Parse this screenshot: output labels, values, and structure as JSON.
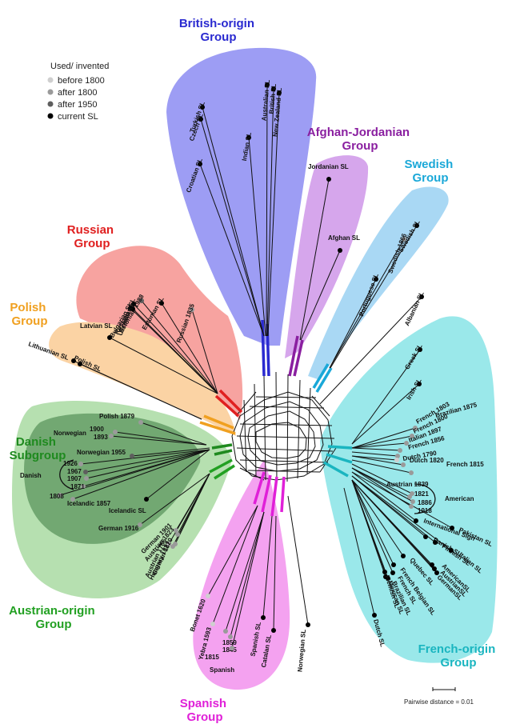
{
  "legend": {
    "title": "Used/ invented",
    "items": [
      {
        "label": "before 1800",
        "color": "#cfcfcf"
      },
      {
        "label": "after 1800",
        "color": "#9a9a9a"
      },
      {
        "label": "after 1950",
        "color": "#5e5e5e"
      },
      {
        "label": "current SL",
        "color": "#000000"
      }
    ]
  },
  "groups": {
    "british": {
      "line1": "British-origin",
      "line2": "Group",
      "color": "#2a2ad0",
      "fill": "#9d9df4"
    },
    "afghan": {
      "line1": "Afghan-Jordanian",
      "line2": "Group",
      "color": "#8a1fa0",
      "fill": "#d6a6ec"
    },
    "swedish": {
      "line1": "Swedish",
      "line2": "Group",
      "color": "#1aa8d8",
      "fill": "#a9d8f4"
    },
    "russian": {
      "line1": "Russian",
      "line2": "Group",
      "color": "#e02020",
      "fill": "#f7a3a0"
    },
    "polish": {
      "line1": "Polish",
      "line2": "Group",
      "color": "#f0a020",
      "fill": "#fbd3a4"
    },
    "danish": {
      "line1": "Danish",
      "line2": "Subgroup",
      "color": "#1f8a1f",
      "fill": "#72a872"
    },
    "austrian": {
      "line1": "Austrian-origin",
      "line2": "Group",
      "color": "#22a022",
      "fill": "#b6e0b0"
    },
    "french": {
      "line1": "French-origin",
      "line2": "Group",
      "color": "#1ab5c0",
      "fill": "#9ae8ea"
    },
    "spanish": {
      "line1": "Spanish",
      "line2": "Group",
      "color": "#e020d8",
      "fill": "#f4a2f0"
    }
  },
  "leaves": [
    {
      "id": "turkish",
      "label": "Turkish SL",
      "marker": "current SL"
    },
    {
      "id": "czech",
      "label": "Czech SL",
      "marker": "current SL"
    },
    {
      "id": "croatian",
      "label": "Croatian SL",
      "marker": "current SL"
    },
    {
      "id": "indian",
      "label": "Indian SL",
      "marker": "current SL"
    },
    {
      "id": "australian",
      "label": "Australian SL",
      "marker": "current SL"
    },
    {
      "id": "british",
      "label": "British SL",
      "marker": "current SL"
    },
    {
      "id": "newzealand",
      "label": "New Zealand SL",
      "marker": "current SL"
    },
    {
      "id": "jordanian",
      "label": "Jordanian SL",
      "marker": "current SL"
    },
    {
      "id": "afghan",
      "label": "Afghan SL",
      "marker": "current SL"
    },
    {
      "id": "swedish1866",
      "label": "Swedish 1866",
      "marker": "after 1800"
    },
    {
      "id": "swedish",
      "label": "Swedish SL",
      "marker": "current SL"
    },
    {
      "id": "portuguese",
      "label": "Portuguese SL",
      "marker": "current SL"
    },
    {
      "id": "albanian",
      "label": "Albanian SL",
      "marker": "current SL"
    },
    {
      "id": "ukrainian",
      "label": "Ukrainian SL",
      "marker": "current SL"
    },
    {
      "id": "estonian1988",
      "label": "Estonian 1988",
      "marker": "after 1950"
    },
    {
      "id": "estonian",
      "label": "Estonian SL",
      "marker": "current SL"
    },
    {
      "id": "russian1835",
      "label": "Russian 1835",
      "marker": "after 1800"
    },
    {
      "id": "bulgarian",
      "label": "Bulgarian SL",
      "marker": "current SL"
    },
    {
      "id": "russian",
      "label": "Russian SL",
      "marker": "current SL"
    },
    {
      "id": "latvian",
      "label": "Latvian SL",
      "marker": "current SL"
    },
    {
      "id": "lithuanian",
      "label": "Lithuanian SL",
      "marker": "current SL"
    },
    {
      "id": "polish",
      "label": "Polish SL",
      "marker": "current SL"
    },
    {
      "id": "polish1879",
      "label": "Polish 1879",
      "marker": "after 1800"
    },
    {
      "id": "norwegian1900",
      "label": "1900",
      "marker": "after 1800"
    },
    {
      "id": "norwegian1893",
      "label": "1893",
      "marker": "after 1800"
    },
    {
      "id": "norwegian1955",
      "label": "Norwegian 1955",
      "marker": "after 1950"
    },
    {
      "id": "danish1926",
      "label": "1926",
      "marker": "after 1800"
    },
    {
      "id": "danish1967",
      "label": "1967",
      "marker": "after 1950"
    },
    {
      "id": "danish1907",
      "label": "1907",
      "marker": "after 1800"
    },
    {
      "id": "danish1871",
      "label": "1871",
      "marker": "after 1800"
    },
    {
      "id": "danish1808",
      "label": "1808",
      "marker": "after 1800"
    },
    {
      "id": "icelandic1857",
      "label": "Icelandic 1857",
      "marker": "after 1800"
    },
    {
      "id": "icelandic",
      "label": "Icelandic SL",
      "marker": "current SL"
    },
    {
      "id": "german1916",
      "label": "German 1916",
      "marker": "after 1800"
    },
    {
      "id": "german1901",
      "label": "German 1901",
      "marker": "after 1800"
    },
    {
      "id": "austrian1823",
      "label": "Austrian 1823",
      "marker": "after 1800"
    },
    {
      "id": "austrian1786",
      "label": "Austrian 1786",
      "marker": "before 1800"
    },
    {
      "id": "hungary1827",
      "label": "Hungary 1827",
      "marker": "after 1800"
    },
    {
      "id": "german1820",
      "label": "German 1820",
      "marker": "after 1800"
    },
    {
      "id": "bonet1620",
      "label": "Bonet 1620",
      "marker": "before 1800"
    },
    {
      "id": "yebra1593",
      "label": "Yebra 1593",
      "marker": "before 1800"
    },
    {
      "id": "spanish1859",
      "label": "1859",
      "marker": "after 1800"
    },
    {
      "id": "spanish1845",
      "label": "1845",
      "marker": "after 1800"
    },
    {
      "id": "spanish1815",
      "label": "1815",
      "marker": "after 1800"
    },
    {
      "id": "spanishsl",
      "label": "Spanish SL",
      "marker": "current SL"
    },
    {
      "id": "catalan",
      "label": "Catalan SL",
      "marker": "current SL"
    },
    {
      "id": "norwegian",
      "label": "Norwegian SL",
      "marker": "current SL"
    },
    {
      "id": "greek",
      "label": "Greek SL",
      "marker": "current SL"
    },
    {
      "id": "irish",
      "label": "Irish SL",
      "marker": "current SL"
    },
    {
      "id": "french1803",
      "label": "French 1803",
      "marker": "after 1800"
    },
    {
      "id": "french1800",
      "label": "French 1800",
      "marker": "after 1800"
    },
    {
      "id": "italian1897",
      "label": "Italian 1897",
      "marker": "after 1800"
    },
    {
      "id": "brazilian1875",
      "label": "Brazilian 1875",
      "marker": "after 1800"
    },
    {
      "id": "french1856",
      "label": "French 1856",
      "marker": "after 1800"
    },
    {
      "id": "dutch1790",
      "label": "Dutch 1790",
      "marker": "before 1800"
    },
    {
      "id": "dutch1820",
      "label": "Dutch 1820",
      "marker": "after 1800"
    },
    {
      "id": "french1815",
      "label": "French 1815",
      "marker": "after 1800"
    },
    {
      "id": "austrian1839",
      "label": "Austrian 1839",
      "marker": "after 1800"
    },
    {
      "id": "am1821",
      "label": "1821",
      "marker": "after 1800"
    },
    {
      "id": "am1886",
      "label": "1886",
      "marker": "after 1800"
    },
    {
      "id": "am1918",
      "label": "1918",
      "marker": "after 1800"
    },
    {
      "id": "international",
      "label": "International Sign",
      "marker": "current SL"
    },
    {
      "id": "pakistan",
      "label": "Pakistan SL",
      "marker": "current SL"
    },
    {
      "id": "danishsl",
      "label": "Danish SL",
      "marker": "current SL"
    },
    {
      "id": "finnish",
      "label": "Finnish SL",
      "marker": "current SL"
    },
    {
      "id": "italian",
      "label": "Italian SL",
      "marker": "current SL"
    },
    {
      "id": "americansl",
      "label": "AmericanSL",
      "marker": "current SL"
    },
    {
      "id": "austriansl",
      "label": "AustrianSL",
      "marker": "current SL"
    },
    {
      "id": "germansl",
      "label": "GermanSL",
      "marker": "current SL"
    },
    {
      "id": "quebec",
      "label": "Quebec SL",
      "marker": "current SL"
    },
    {
      "id": "belgian",
      "label": "French Belgian SL",
      "marker": "current SL"
    },
    {
      "id": "frenchsl",
      "label": "French SL",
      "marker": "current SL"
    },
    {
      "id": "brazilian",
      "label": "Brazilian SL",
      "marker": "current SL"
    },
    {
      "id": "mexican",
      "label": "Mexican SL",
      "marker": "current SL"
    },
    {
      "id": "flemish",
      "label": "Flemish SL",
      "marker": "current SL"
    },
    {
      "id": "dutch",
      "label": "Dutch SL",
      "marker": "current SL"
    }
  ],
  "annotations": {
    "norwegian": "Norwegian",
    "danish": "Danish",
    "spanish": "Spanish",
    "american": "American"
  },
  "scale": {
    "label": "Pairwise distance = 0.01"
  }
}
